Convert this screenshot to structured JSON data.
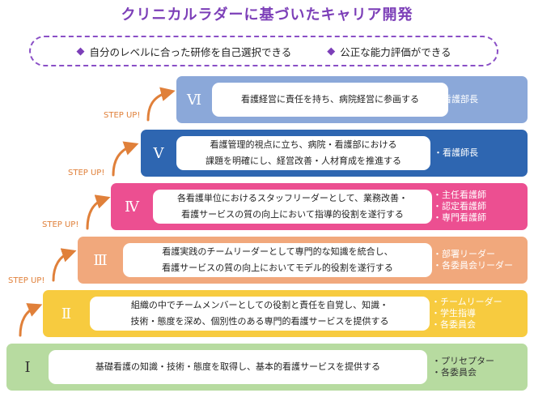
{
  "title": "クリニカルラダーに基づいたキャリア開発",
  "goals": [
    "自分のレベルに合った研修を自己選択できる",
    "公正な能力評価ができる"
  ],
  "goal_bullet": "◆",
  "step_up_label": "STEP UP!",
  "steps": [
    {
      "level": "Ⅵ",
      "color": "#8ba8d9",
      "description": [
        "看護経営に責任を持ち、病院経営に参画する"
      ],
      "roles": [
        "・看護部長"
      ]
    },
    {
      "level": "Ⅴ",
      "color": "#2e66b1",
      "description": [
        "看護管理的視点に立ち、病院・看護部における",
        "課題を明確にし、経営改善・人材育成を推進する"
      ],
      "roles": [
        "・看護師長"
      ]
    },
    {
      "level": "Ⅳ",
      "color": "#ec4f91",
      "description": [
        "各看護単位におけるスタッフリーダーとして、業務改善・",
        "看護サービスの質の向上において指導的役割を遂行する"
      ],
      "roles": [
        "・主任看護師",
        "・認定看護師",
        "・専門看護師"
      ]
    },
    {
      "level": "Ⅲ",
      "color": "#f1a87c",
      "description": [
        "看護実践のチームリーダーとして専門的な知識を統合し、",
        "看護サービスの質の向上においてモデル的役割を遂行する"
      ],
      "roles": [
        "・部署リーダー",
        "・各委員会リーダー"
      ]
    },
    {
      "level": "Ⅱ",
      "color": "#f7cb3f",
      "description": [
        "組織の中でチームメンバーとしての役割と責任を自覚し、知識・",
        "技術・態度を深め、個別性のある専門的看護サービスを提供する"
      ],
      "roles": [
        "・チームリーダー",
        "・学生指導",
        "・各委員会"
      ]
    },
    {
      "level": "Ⅰ",
      "color": "#b7dba0",
      "description": [
        "基礎看護の知識・技術・態度を取得し、基本的看護サービスを提供する"
      ],
      "roles": [
        "・プリセプター",
        "・各委員会"
      ]
    }
  ],
  "colors": {
    "title": "#7c3fb8",
    "goals_border": "#8a4fc6",
    "arrow": "#e0803a",
    "level1_text": "#333333"
  }
}
